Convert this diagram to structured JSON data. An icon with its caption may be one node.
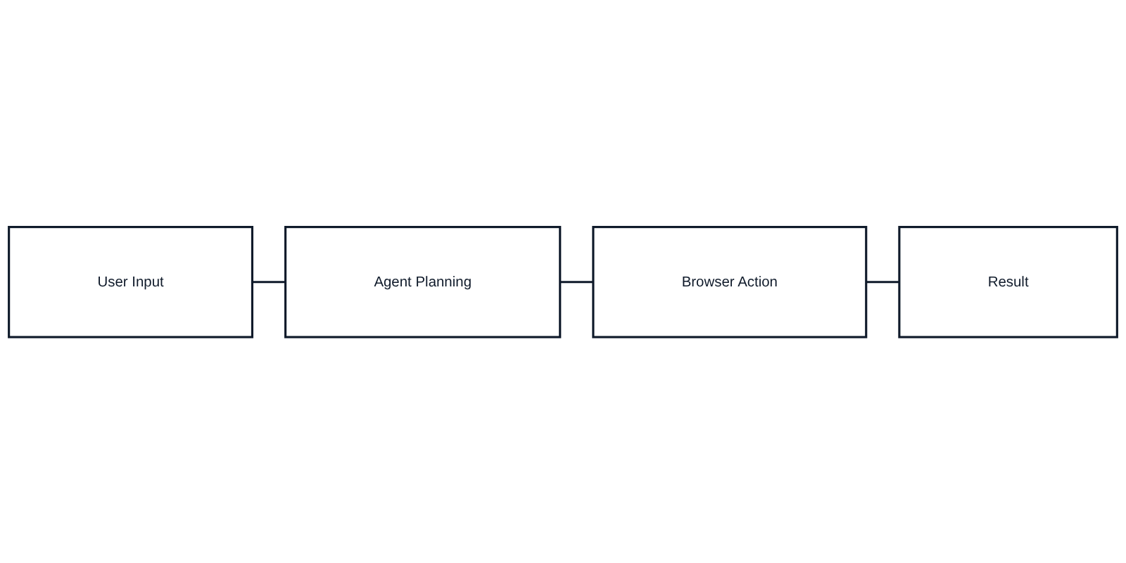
{
  "diagram": {
    "nodes": [
      {
        "text": [
          "User Input"
        ]
      },
      {
        "text": [
          "Agent Planning"
        ]
      },
      {
        "text": [
          "Browser Action"
        ]
      },
      {
        "text": [
          "Result"
        ]
      }
    ],
    "edges": [
      {
        "from": 0,
        "to": 1,
        "arrow": "none"
      },
      {
        "from": 1,
        "to": 2,
        "arrow": "none"
      },
      {
        "from": 2,
        "to": 3,
        "arrow": "none"
      }
    ]
  }
}
